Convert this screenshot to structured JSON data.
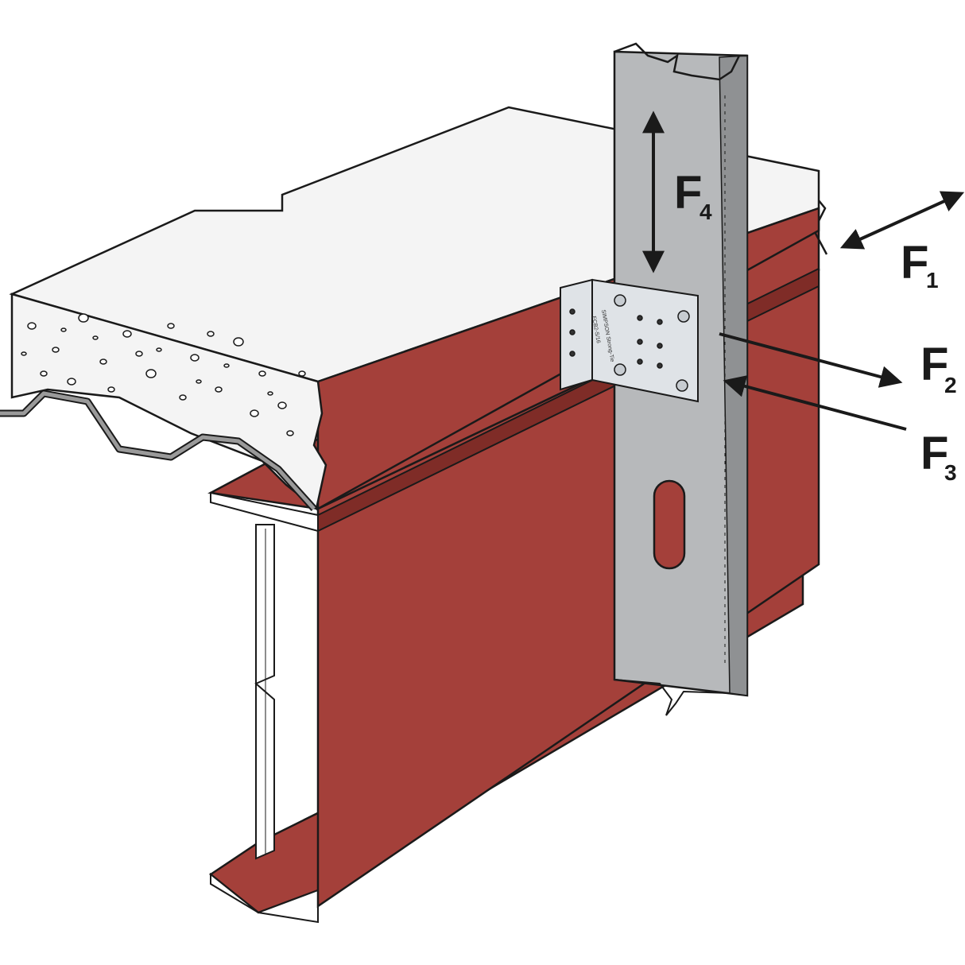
{
  "colors": {
    "steel_red": "#a4403a",
    "steel_red_dark": "#7f2c27",
    "stud_gray": "#b7b9bb",
    "stud_gray_dark": "#8f9193",
    "concrete": "#f4f4f4",
    "deck_gray": "#9a9a9a",
    "bracket": "#dfe3e7",
    "line": "#1a1a1a"
  },
  "bracket": {
    "brand_text": "SIMPSON Strong-Tie",
    "model_text": "FCB2-S/16"
  },
  "forces": [
    {
      "id": "f1",
      "letter": "F",
      "subscript": "1"
    },
    {
      "id": "f2",
      "letter": "F",
      "subscript": "2"
    },
    {
      "id": "f3",
      "letter": "F",
      "subscript": "3"
    },
    {
      "id": "f4",
      "letter": "F",
      "subscript": "4"
    }
  ]
}
